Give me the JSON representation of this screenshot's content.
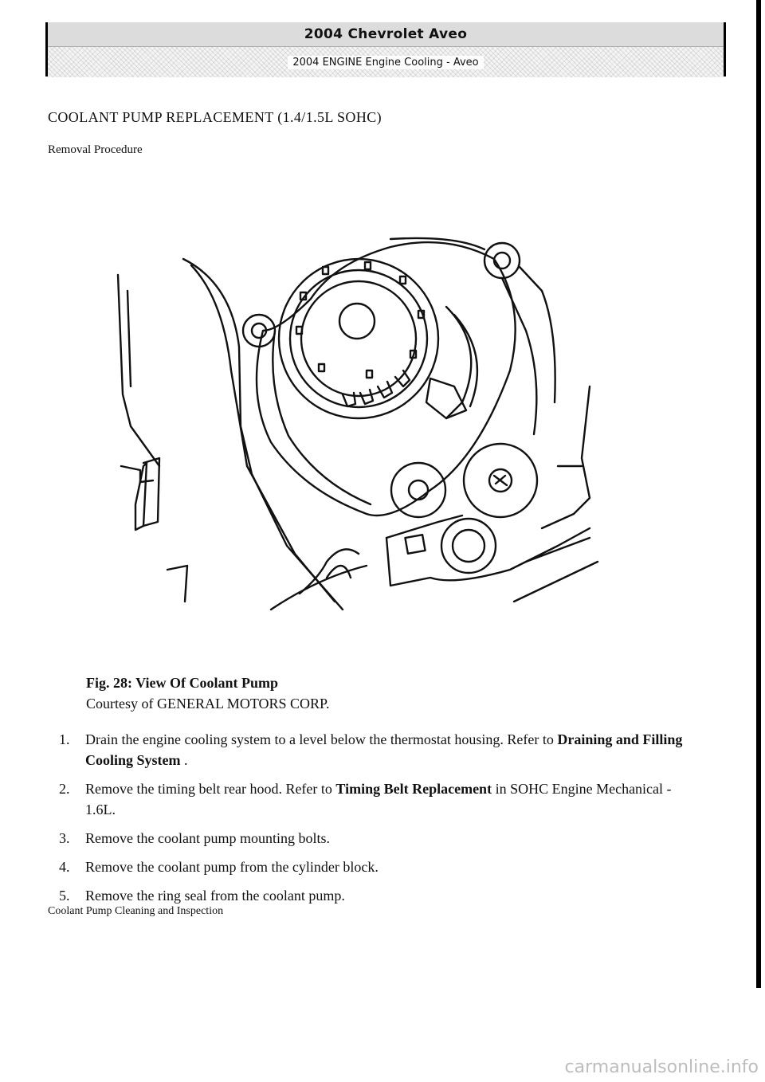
{
  "header": {
    "title": "2004 Chevrolet Aveo",
    "subtitle": "2004 ENGINE Engine Cooling - Aveo"
  },
  "section_title": "COOLANT PUMP REPLACEMENT (1.4/1.5L SOHC)",
  "subsection": "Removal Procedure",
  "figure": {
    "caption_line1": "Fig. 28: View Of Coolant Pump",
    "caption_line2": "Courtesy of GENERAL MOTORS CORP."
  },
  "steps": [
    {
      "number": "1.",
      "text_before": "Drain the engine cooling system to a level below the thermostat housing. Refer to ",
      "ref": "Draining and Filling Cooling System",
      "text_after": " ."
    },
    {
      "number": "2.",
      "text_before": "Remove the timing belt rear hood. Refer to ",
      "ref": "Timing Belt Replacement",
      "text_after": " in SOHC Engine Mechanical - 1.6L."
    },
    {
      "number": "3.",
      "text": "Remove the coolant pump mounting bolts."
    },
    {
      "number": "4.",
      "text": "Remove the coolant pump from the cylinder block."
    },
    {
      "number": "5.",
      "text": "Remove the ring seal from the coolant pump."
    }
  ],
  "next_heading": "Coolant Pump Cleaning and Inspection",
  "watermark": "carmanualsonline.info"
}
